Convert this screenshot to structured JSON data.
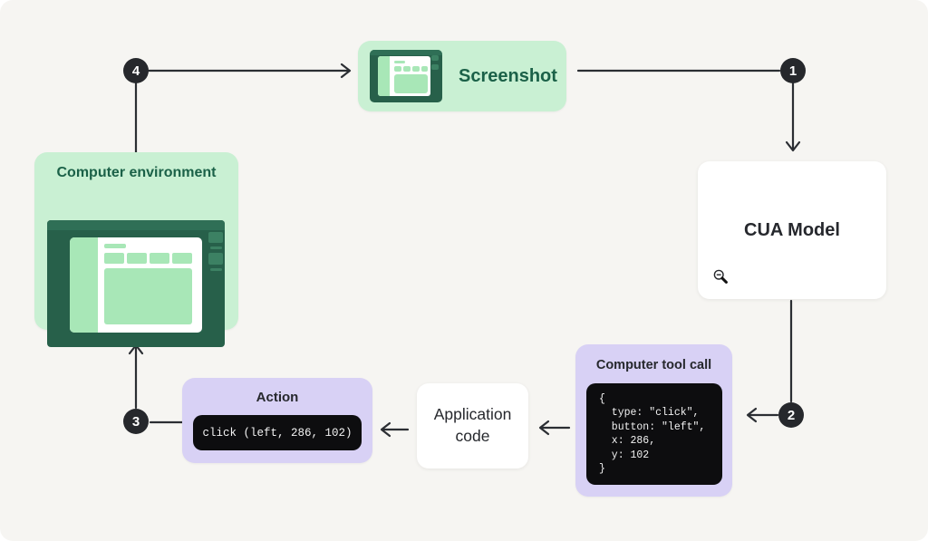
{
  "nodes": {
    "screenshot": {
      "label": "Screenshot"
    },
    "computer_environment": {
      "label": "Computer environment"
    },
    "cua_model": {
      "label": "CUA Model"
    },
    "computer_tool_call": {
      "title": "Computer tool call",
      "code_lines": [
        "{",
        "  type: \"click\",",
        "  button: \"left\",",
        "  x: 286,",
        "  y: 102",
        "}"
      ]
    },
    "application_code": {
      "label": "Application code"
    },
    "action": {
      "title": "Action",
      "code": "click (left, 286, 102)"
    }
  },
  "steps": [
    {
      "number": "1"
    },
    {
      "number": "2"
    },
    {
      "number": "3"
    },
    {
      "number": "4"
    }
  ],
  "colors": {
    "background": "#f6f5f2",
    "green_light": "#c9f0d3",
    "green_mid": "#a8e7b7",
    "green_dark": "#27604a",
    "green_text": "#1b6148",
    "lavender": "#d8d1f5",
    "code_background": "#0d0d0f",
    "arrow": "#2b2e33",
    "step_badge": "#26282c",
    "card_white": "#ffffff"
  }
}
